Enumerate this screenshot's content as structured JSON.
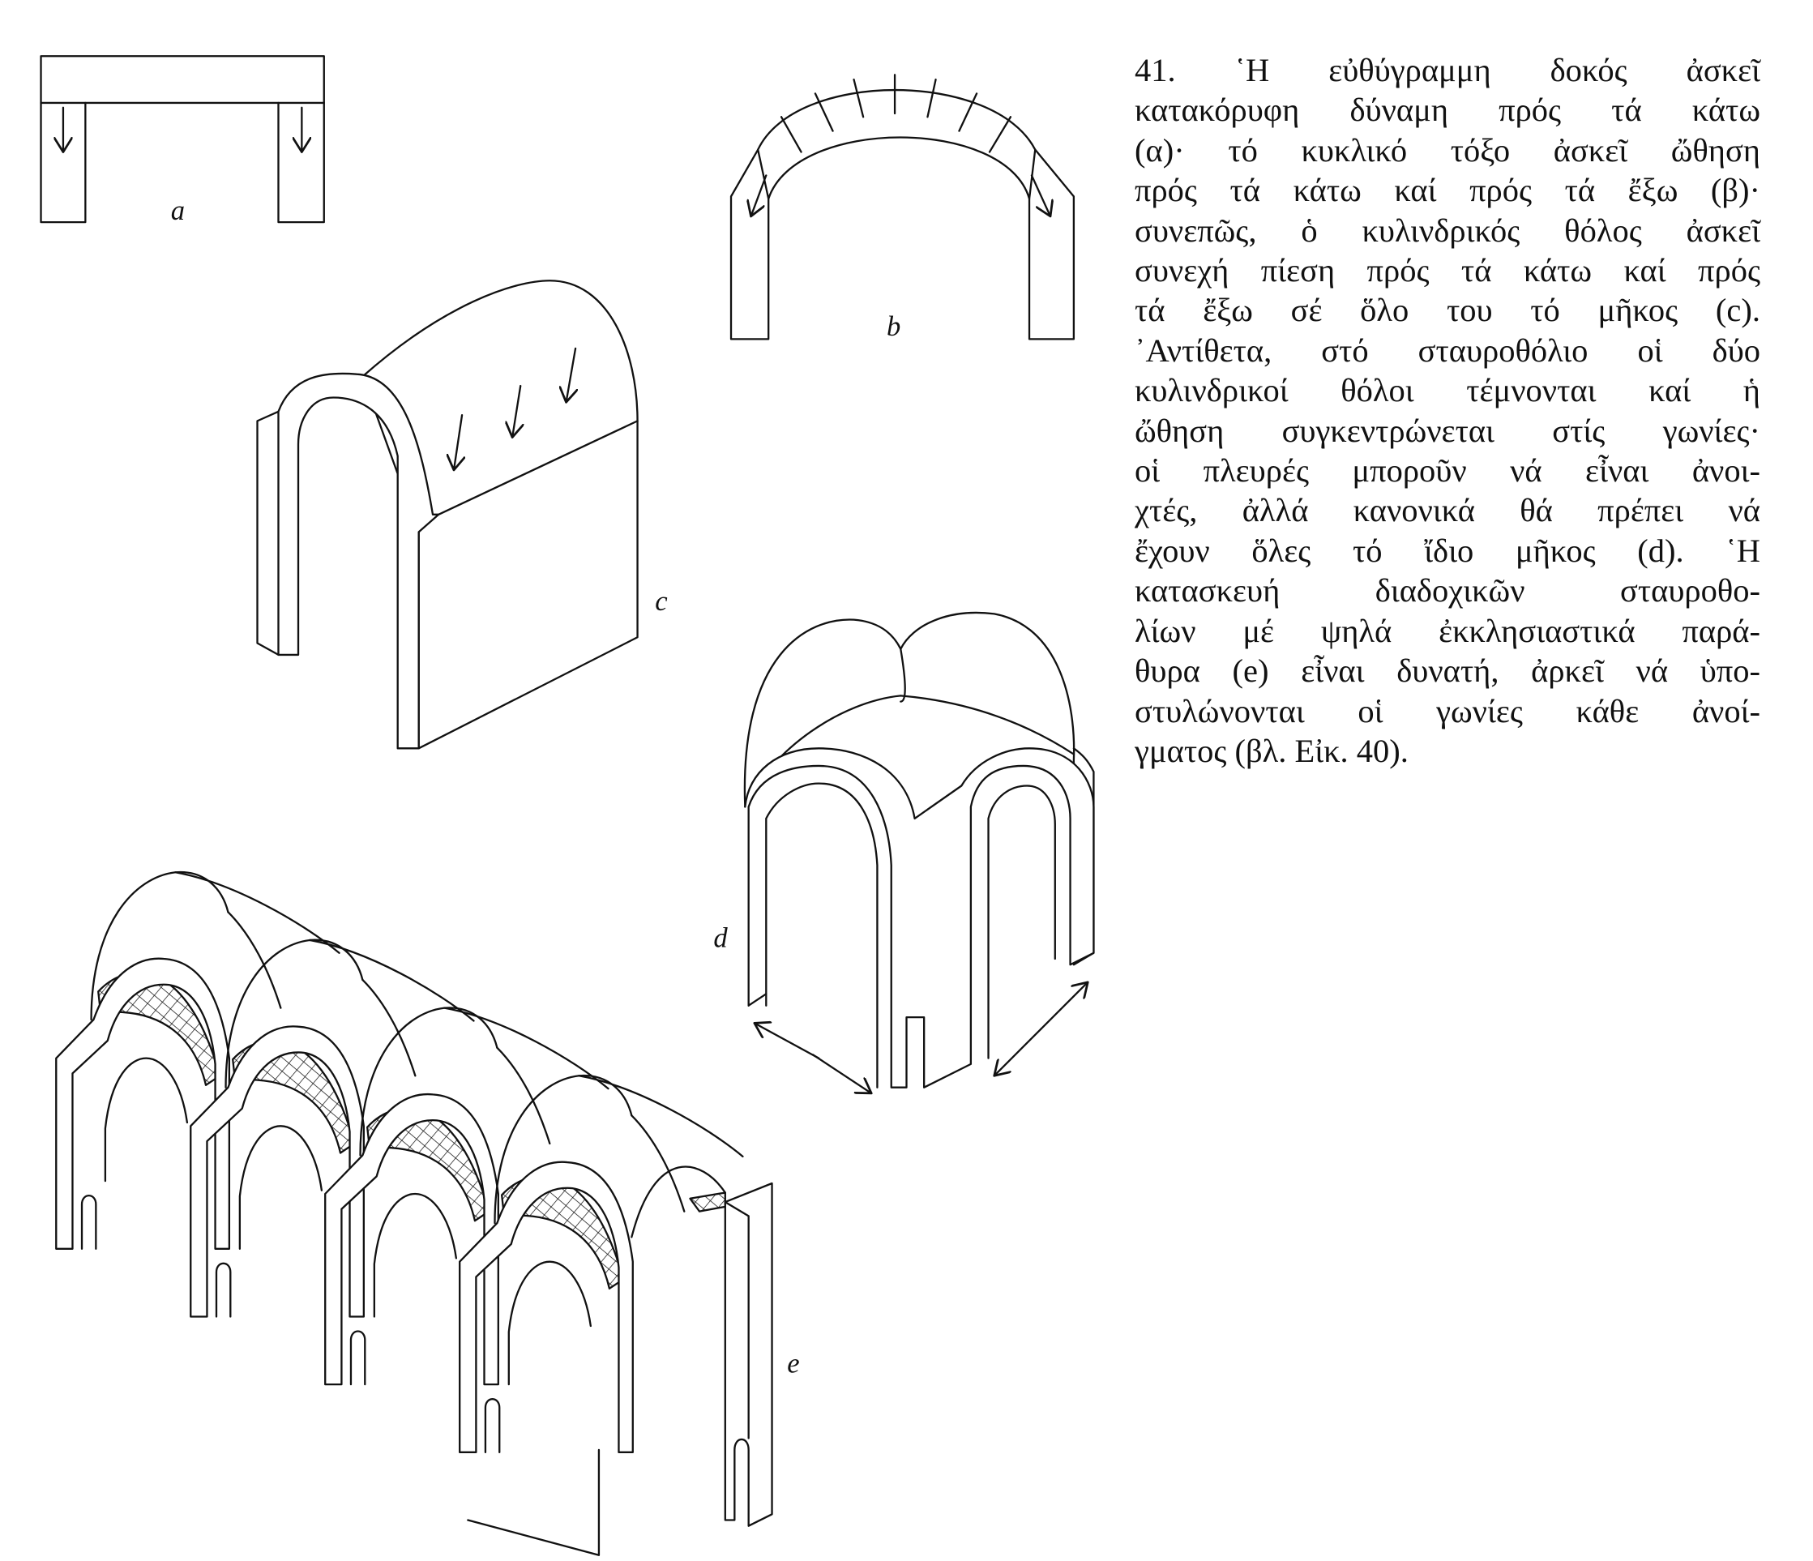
{
  "figure": {
    "labels": {
      "a": "a",
      "b": "b",
      "c": "c",
      "d": "d",
      "e": "e"
    }
  },
  "caption": {
    "lines": [
      "41. ῾Η εὐθύγραμμη δοκός ἀσκεῖ",
      "κατακόρυφη δύναμη πρός τά κάτω",
      "(α)· τό κυκλικό τόξο ἀσκεῖ ὤθηση",
      "πρός τά κάτω καί πρός τά ἔξω (β)·",
      "συνεπῶς, ὁ κυλινδρικός θόλος ἀσκεῖ",
      "συνεχή πίεση πρός τά κάτω καί πρός",
      "τά ἔξω σέ ὅλο του τό μῆκος (c).",
      "᾿Αντίθετα, στό σταυροθόλιο οἱ δύο",
      "κυλινδρικοί θόλοι τέμνονται καί ἡ",
      "ὤθηση συγκεντρώνεται στίς γωνίες·",
      "οἱ πλευρές μποροῦν νά εἶναι ἀνοι-",
      "χτές, ἀλλά κανονικά θά πρέπει νά",
      "ἔχουν ὅλες τό ἴδιο μῆκος (d). ῾Η",
      "κατασκευή διαδοχικῶν σταυροθο-",
      "λίων μέ ψηλά ἐκκλησιαστικά παρά-",
      "θυρα (e) εἶναι δυνατή, ἀρκεῖ νά ὑπο-",
      "στυλώνονται οἱ γωνίες κάθε ἀνοί-",
      "γματος (βλ. Εἰκ. 40)."
    ]
  }
}
